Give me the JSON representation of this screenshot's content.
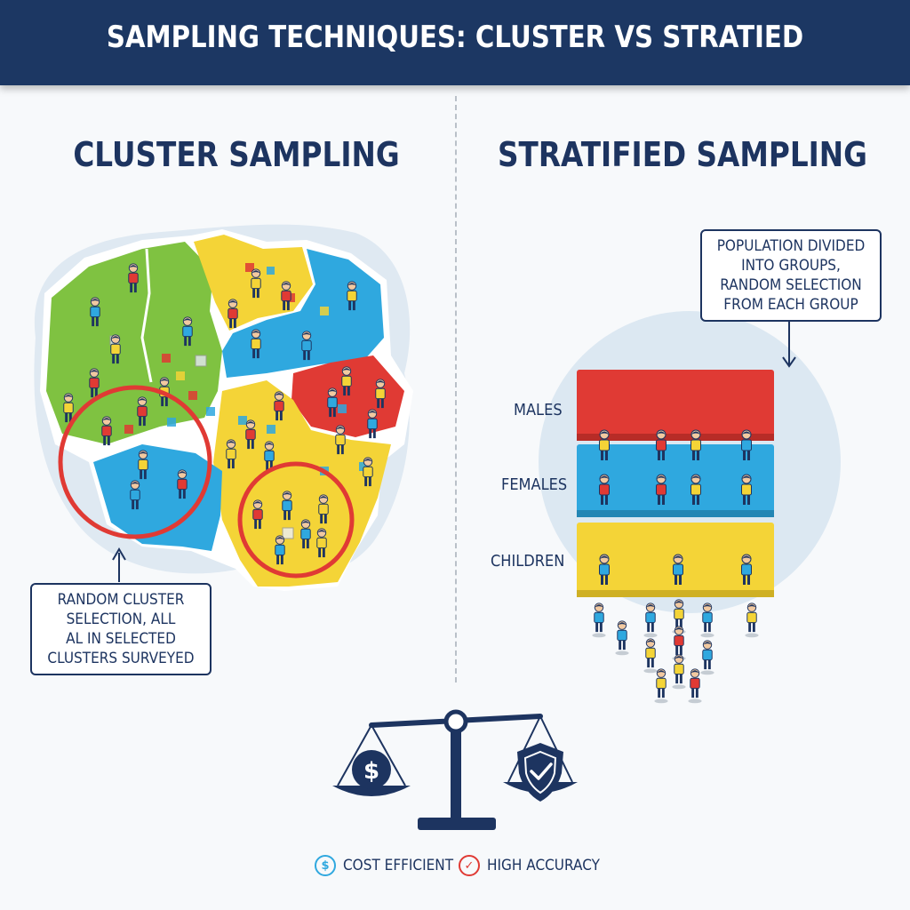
{
  "header": {
    "title": "SAMPLING TECHNIQUES: CLUSTER VS STRATIED"
  },
  "cluster": {
    "title": "CLUSTER SAMPLING",
    "note_lines": [
      "RANDOM CLUSTER",
      "SELECTION, ALL",
      "AL IN SELECTED",
      "CLUSTERS SURVEYED"
    ]
  },
  "stratified": {
    "title": "STRATIFIED SAMPLING",
    "note_lines": [
      "POPULATION DIVIDED",
      "INTO GROUPS,",
      "RANDOM SELECTION",
      "FROM EACH GROUP"
    ],
    "strata": [
      {
        "label": "MALES",
        "color": "#e03a34"
      },
      {
        "label": "FEMALES",
        "color": "#2fa8df"
      },
      {
        "label": "CHILDREN",
        "color": "#f4d437"
      }
    ]
  },
  "legend": [
    {
      "icon": "dollar-icon",
      "symbol": "$",
      "label": "COST EFFICIENT",
      "color": "#2fa8df"
    },
    {
      "icon": "check-icon",
      "symbol": "✓",
      "label": "HIGH ACCURACY",
      "color": "#e03a34"
    }
  ],
  "colors": {
    "navy": "#1c3763",
    "green": "#7fc241",
    "yellow": "#f4d437",
    "blue": "#2fa8df",
    "red": "#e03a34"
  }
}
